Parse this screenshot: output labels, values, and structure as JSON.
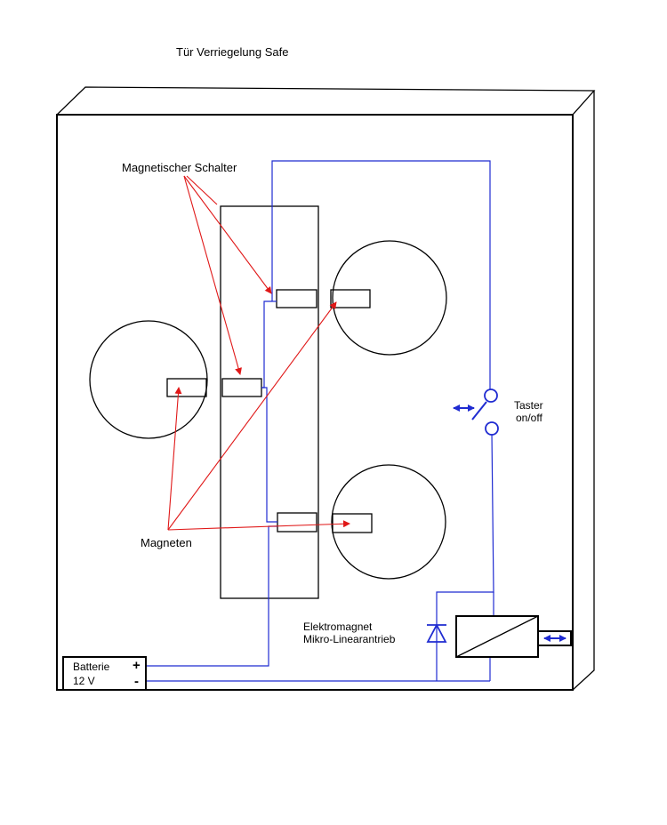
{
  "title": "Tür Verriegelung Safe",
  "labels": {
    "switches": "Magnetischer Schalter",
    "magnets": "Magneten",
    "taster_line1": "Taster",
    "taster_line2": "on/off",
    "electromagnet_line1": "Elektromagnet",
    "electromagnet_line2": "Mikro-Linearantrieb",
    "battery_line1": "Batterie",
    "battery_line2": "12 V",
    "plus": "+",
    "minus": "-"
  },
  "colors": {
    "wire": "#1f2bd1",
    "annotation": "#e01818",
    "outline": "#000000"
  }
}
